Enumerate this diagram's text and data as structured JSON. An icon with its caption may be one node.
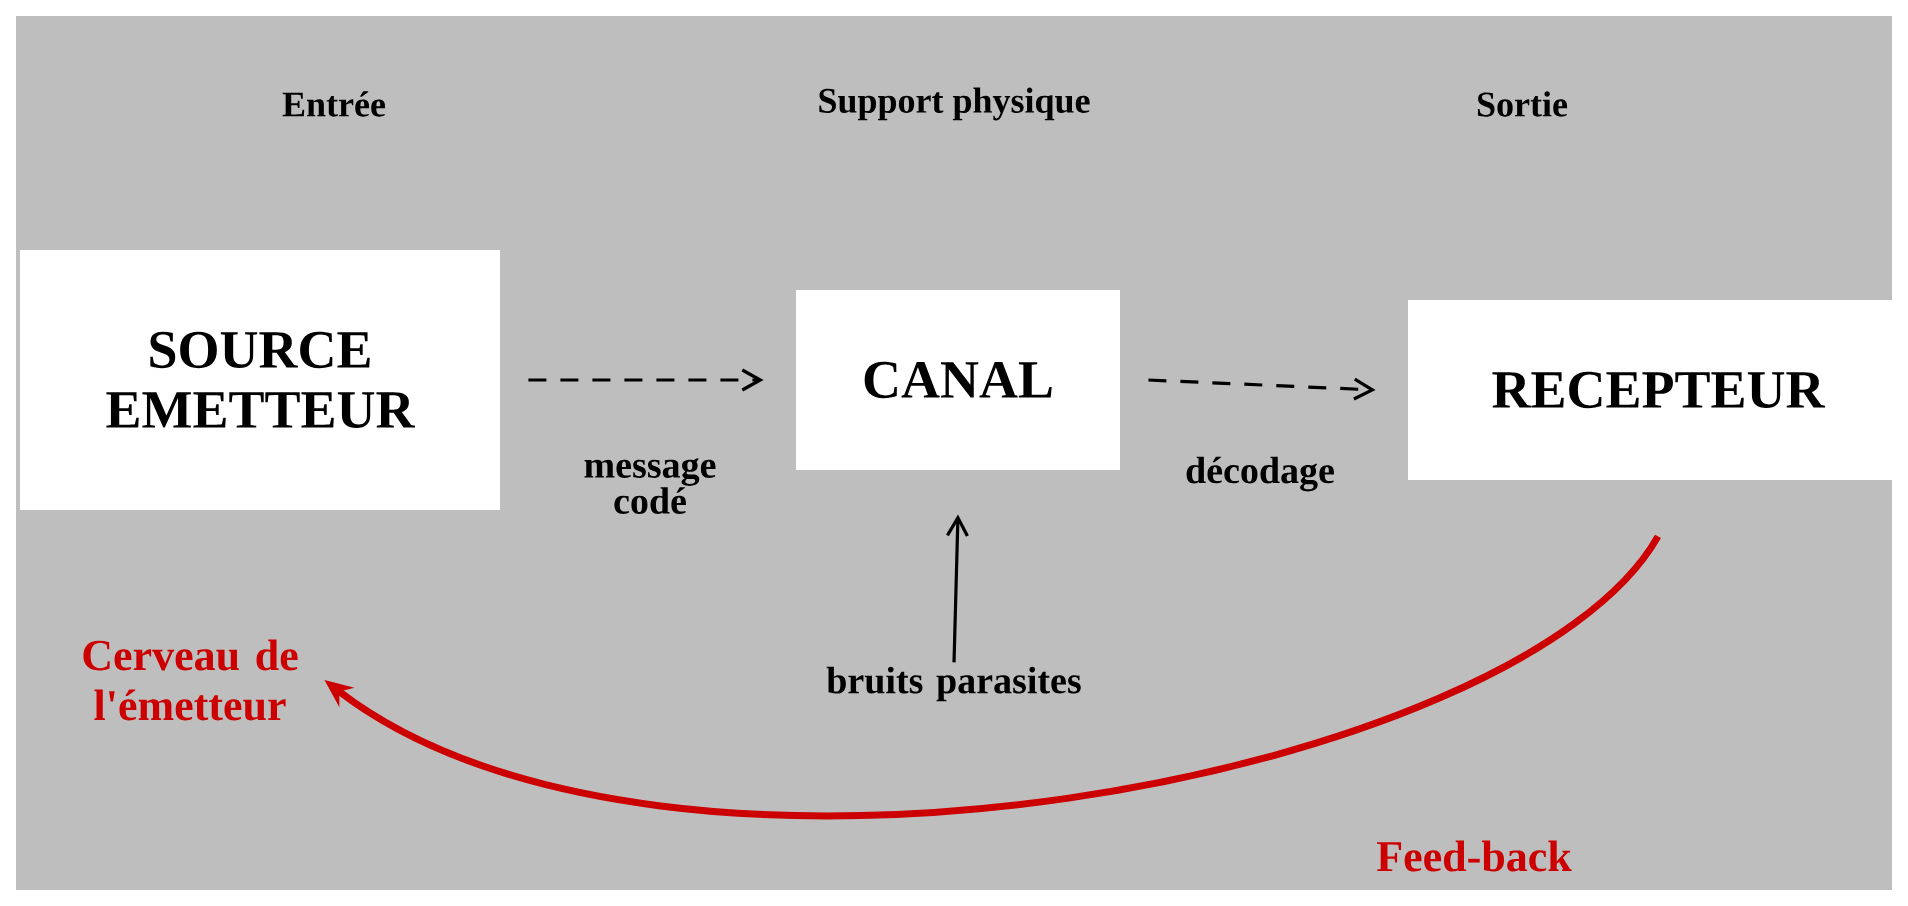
{
  "diagram": {
    "nodes": [
      {
        "text": [
          "SOURCE EMETTEUR"
        ]
      },
      {
        "text": [
          "CANAL"
        ]
      },
      {
        "text": [
          "RECEPTEUR"
        ]
      },
      {
        "text": [
          "bruits parasites"
        ]
      },
      {
        "text": [
          "Cerveau de l'émetteur"
        ]
      }
    ],
    "edges": [
      {
        "from": 0,
        "to": 1,
        "arrow": "to",
        "style": "dashed",
        "label": "message codé"
      },
      {
        "from": 1,
        "to": 2,
        "arrow": "to",
        "style": "dashed",
        "label": "décodage"
      },
      {
        "from": 3,
        "to": 1,
        "arrow": "to"
      },
      {
        "from": 2,
        "to": 4,
        "arrow": "to",
        "style": "thick",
        "color": "#cc0000",
        "label": "Feed-back"
      }
    ],
    "labels": [
      "Entrée",
      "Support physique",
      "Sortie"
    ]
  }
}
